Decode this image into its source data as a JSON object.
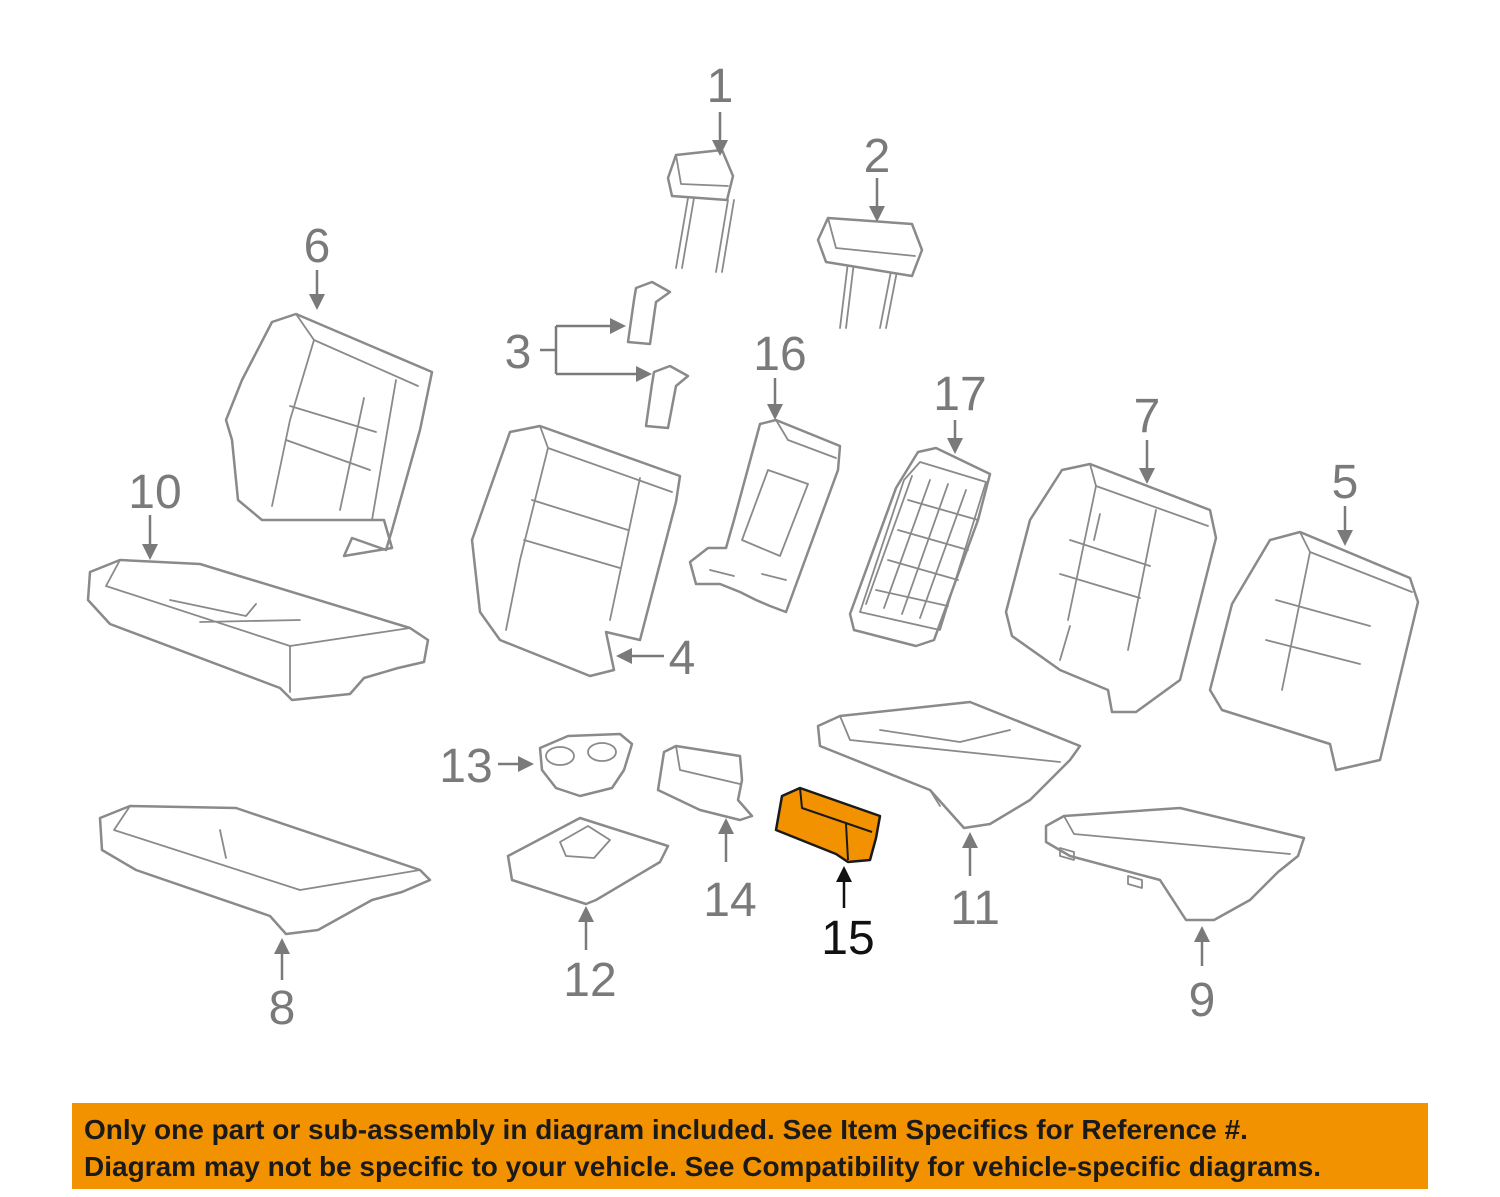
{
  "callouts": {
    "c1": "1",
    "c2": "2",
    "c3": "3",
    "c4": "4",
    "c5": "5",
    "c6": "6",
    "c7": "7",
    "c8": "8",
    "c9": "9",
    "c10": "10",
    "c11": "11",
    "c12": "12",
    "c13": "13",
    "c14": "14",
    "c15": "15",
    "c16": "16",
    "c17": "17"
  },
  "highlighted_part": "15",
  "colors": {
    "highlight": "#f39200",
    "line": "#8a8a8a",
    "banner": "#f39200"
  },
  "disclaimer": {
    "line1": "Only one part or sub-assembly in diagram included. See Item Specifics for Reference #.",
    "line2": "Diagram may not be specific to your vehicle. See Compatibility for vehicle-specific diagrams."
  }
}
